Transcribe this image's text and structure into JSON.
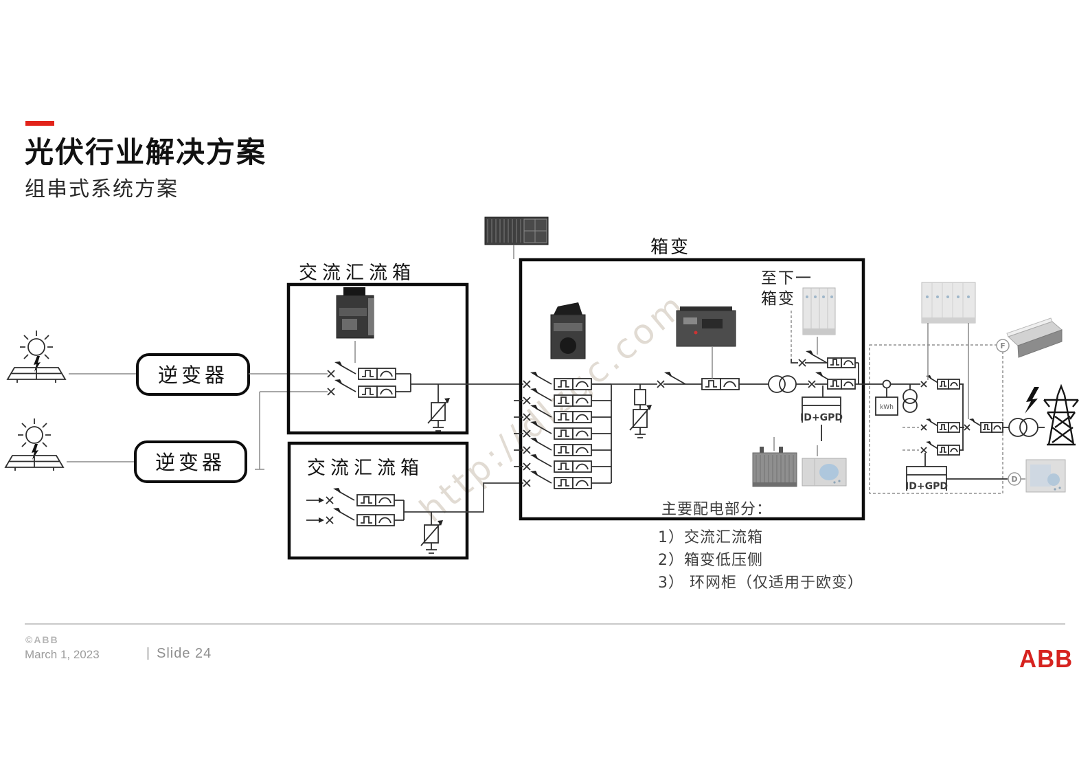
{
  "slide": {
    "accent_color": "#e2231a",
    "title": "光伏行业解决方案",
    "subtitle": "组串式系统方案",
    "watermark": "http://dlzgc.com"
  },
  "diagram": {
    "inverter_label": "逆变器",
    "combiner_label": "交流汇流箱",
    "transformer_station_label": "箱变",
    "to_next_1": "至下一",
    "to_next_2": "箱变",
    "id_gpd": "ID+GPD",
    "kwh": "kWh",
    "marker_f": "F",
    "marker_d": "D",
    "notes_heading": "主要配电部分：",
    "notes": [
      "1）交流汇流箱",
      "2）箱变低压侧",
      "3） 环网柜（仅适用于欧变）"
    ]
  },
  "footer": {
    "logo_small": "©ABB",
    "date": "March 1, 2023",
    "separator": "|",
    "slide_label": "Slide 24",
    "brand": "ABB",
    "brand_color": "#d6231f"
  }
}
